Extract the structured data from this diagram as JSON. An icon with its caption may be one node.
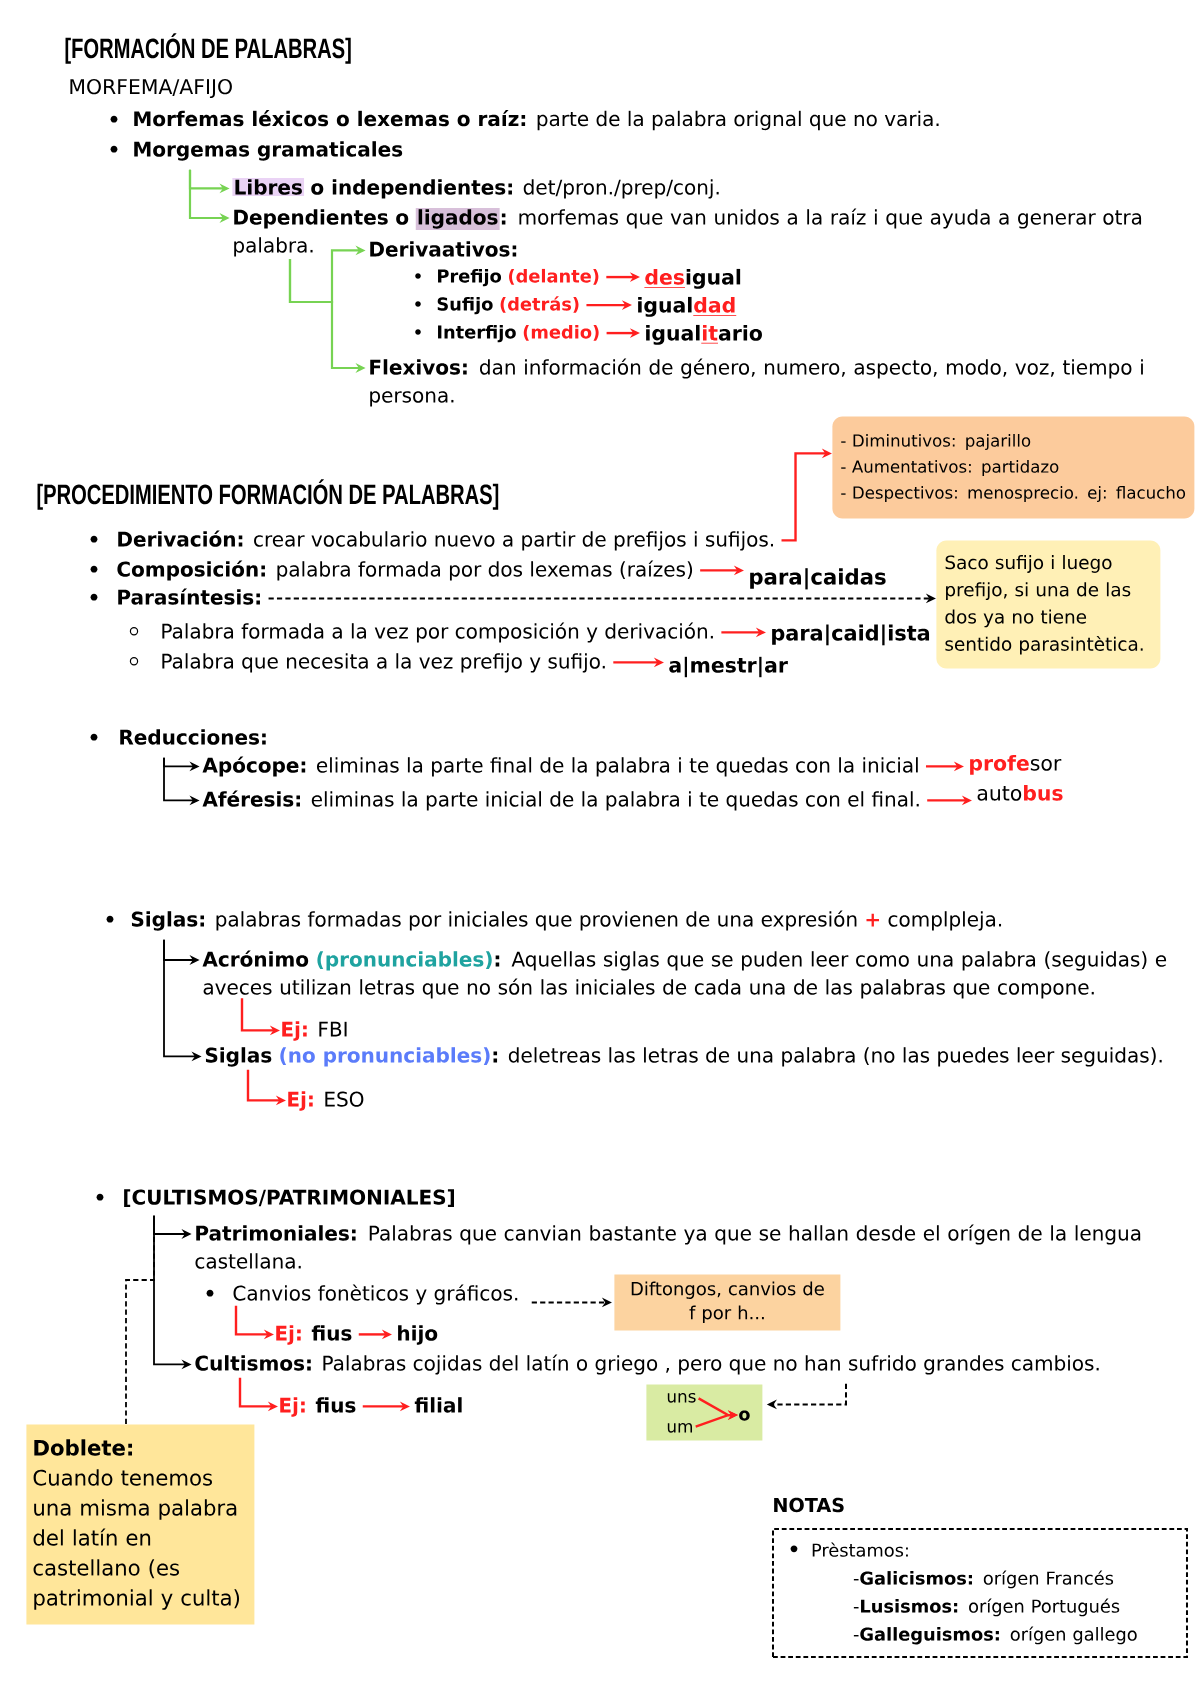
{
  "diagram": {
    "title": "[FORMACIÓN DE PALABRAS]",
    "nodes": [
      {
        "text": [
          "Morgemas gramaticales"
        ]
      },
      {
        "text": [
          "Libres",
          "**o independientes:** det/pron./prep/conj."
        ]
      },
      {
        "text": [
          "Dependientes o",
          "ligados",
          "**:** morfemas que van unidos a la raíz i que ayuda a generar otra palabra."
        ]
      },
      {
        "text": [
          "Derivaativos:"
        ]
      },
      {
        "text": [
          "Prefijo",
          "(delante)"
        ]
      },
      {
        "text": [
          "des",
          "igual"
        ]
      },
      {
        "text": [
          "Sufijo",
          "(detrás)"
        ]
      },
      {
        "text": [
          "igual",
          "dad"
        ]
      },
      {
        "text": [
          "Interfijo",
          "(medio)"
        ]
      },
      {
        "text": [
          "igual",
          "it",
          "ario"
        ]
      },
      {
        "text": [
          "**Flexivos:** dan información de género, numero, aspecto, modo, voz, tiempo i persona."
        ]
      },
      {
        "text": [
          "**Derivación:** crear vocabulario nuevo a partir de prefijos i sufijos."
        ]
      },
      {
        "text": [
          "- Diminutivos: pajarillo",
          "- Aumentativos: partidazo",
          "- Despectivos: menosprecio. ej: flacucho"
        ]
      },
      {
        "text": [
          "**Composición:** palabra formada por dos lexemas (raízes)"
        ]
      },
      {
        "text": [
          "para|caidas"
        ]
      },
      {
        "text": [
          "Parasíntesis:"
        ]
      },
      {
        "text": [
          "Saco sufijo i luego prefijo, si una de las dos ya no tiene sentido parasintètica."
        ]
      },
      {
        "text": [
          "Palabra formada a la vez por composición y derivación."
        ]
      },
      {
        "text": [
          "para|caid|ista"
        ]
      },
      {
        "text": [
          "Palabra que necesita a la vez prefijo y sufijo."
        ]
      },
      {
        "text": [
          "a|mestr|ar"
        ]
      },
      {
        "text": [
          "Reducciones:"
        ]
      },
      {
        "text": [
          "**Apócope:** eliminas la parte final de la palabra i te quedas con la inicial"
        ]
      },
      {
        "text": [
          "profe",
          "sor"
        ]
      },
      {
        "text": [
          "**Aféresis:** eliminas la parte inicial de la palabra i te quedas con el final."
        ]
      },
      {
        "text": [
          "auto",
          "bus"
        ]
      },
      {
        "text": [
          "**Siglas:** palabras formadas por iniciales que provienen de una expresión",
          "+",
          "complpleja."
        ]
      },
      {
        "text": [
          "Acrónimo",
          "(pronunciables)",
          "**:** Aquellas siglas que se puden leer como una palabra (seguidas) e aveces utilizan letras que no són las iniciales de cada una de las palabras que compone."
        ]
      },
      {
        "text": [
          "Ej:",
          "FBI"
        ]
      },
      {
        "text": [
          "Siglas",
          "(no pronunciables)",
          "**:** deletreas las letras de una palabra (no las puedes leer seguidas)."
        ]
      },
      {
        "text": [
          "Ej:",
          "ESO"
        ]
      },
      {
        "text": [
          "[CULTISMOS/PATRIMONIALES]"
        ]
      },
      {
        "text": [
          "**Patrimoniales:** Palabras que canvian bastante ya que se hallan desde el orígen de la lengua castellana."
        ]
      },
      {
        "text": [
          "Canvios fonèticos y gráficos."
        ]
      },
      {
        "text": [
          "Diftongos, canvios de f por h..."
        ]
      },
      {
        "text": [
          "Ej:",
          "fius"
        ]
      },
      {
        "text": [
          "hijo"
        ]
      },
      {
        "text": [
          "**Cultismos:** Palabras cojidas del latín o griego , pero que no han sufrido grandes cambios."
        ]
      },
      {
        "text": [
          "Ej:",
          "fius"
        ]
      },
      {
        "text": [
          "filial"
        ]
      },
      {
        "text": [],
        "shape": "box"
      },
      {
        "text": [
          "uns"
        ],
        "in": 40
      },
      {
        "text": [
          "um"
        ],
        "in": 40
      },
      {
        "text": [
          "o"
        ],
        "in": 40
      },
      {
        "text": [
          "Doblete:",
          "Cuando tenemos una misma palabra del latín en castellano (es patrimonial y culta)"
        ]
      },
      {
        "text": [
          "NOTAS",
          "Prèstamos:",
          "-**Galicismos:** orígen Francés",
          "-**Lusismos:** orígen Portugués",
          "-**Galleguismos:** orígen gallego"
        ]
      }
    ],
    "edges": [
      {
        "from": 0,
        "to": 1,
        "arrow": "to",
        "color": "#77d353"
      },
      {
        "from": 0,
        "to": 2,
        "arrow": "to",
        "color": "#77d353"
      },
      {
        "from": 2,
        "to": 3,
        "arrow": "to",
        "color": "#77d353"
      },
      {
        "from": 2,
        "to": 10,
        "arrow": "to",
        "color": "#77d353"
      },
      {
        "from": 4,
        "to": 5,
        "arrow": "to"
      },
      {
        "from": 6,
        "to": 7,
        "arrow": "to"
      },
      {
        "from": 8,
        "to": 9,
        "arrow": "to"
      },
      {
        "from": 11,
        "to": 12,
        "arrow": "to"
      },
      {
        "from": 13,
        "to": 14,
        "arrow": "to"
      },
      {
        "from": 15,
        "to": 16,
        "arrow": "to",
        "style": "dashed",
        "color": "#000000"
      },
      {
        "from": 17,
        "to": 18,
        "arrow": "to"
      },
      {
        "from": 19,
        "to": 20,
        "arrow": "to"
      },
      {
        "from": 21,
        "to": 22,
        "arrow": "to",
        "color": "#000000"
      },
      {
        "from": 21,
        "to": 24,
        "arrow": "to",
        "color": "#000000"
      },
      {
        "from": 22,
        "to": 23,
        "arrow": "to"
      },
      {
        "from": 24,
        "to": 25,
        "arrow": "to"
      },
      {
        "from": 26,
        "to": 27,
        "arrow": "to",
        "color": "#000000"
      },
      {
        "from": 26,
        "to": 29,
        "arrow": "to",
        "color": "#000000"
      },
      {
        "from": 27,
        "to": 28,
        "arrow": "to"
      },
      {
        "from": 29,
        "to": 30,
        "arrow": "to"
      },
      {
        "from": 31,
        "to": 32,
        "arrow": "to",
        "color": "#000000"
      },
      {
        "from": 31,
        "to": 37,
        "arrow": "to",
        "color": "#000000"
      },
      {
        "from": 33,
        "to": 34,
        "arrow": "to",
        "style": "dashed",
        "color": "#000000"
      },
      {
        "from": 33,
        "to": 35,
        "arrow": "to"
      },
      {
        "from": 35,
        "to": 36,
        "arrow": "to"
      },
      {
        "from": 37,
        "to": 38,
        "arrow": "to"
      },
      {
        "from": 38,
        "to": 39,
        "arrow": "to"
      },
      {
        "from": 41,
        "to": 43,
        "arrow": "to"
      },
      {
        "from": 42,
        "to": 43,
        "arrow": "to"
      },
      {
        "from": 37,
        "to": 40,
        "arrow": "to",
        "style": "dashed",
        "color": "#000000"
      },
      {
        "from": 44,
        "to": 31,
        "arrow": "none",
        "style": "dashed",
        "color": "#000000"
      }
    ],
    "labels": [
      "MORFEMA/AFIJO",
      "**Morfemas léxicos o lexemas o raíz:** parte de la palabra orignal que no varia.",
      "[PROCEDIMIENTO FORMACIÓN DE PALABRAS]"
    ]
  }
}
